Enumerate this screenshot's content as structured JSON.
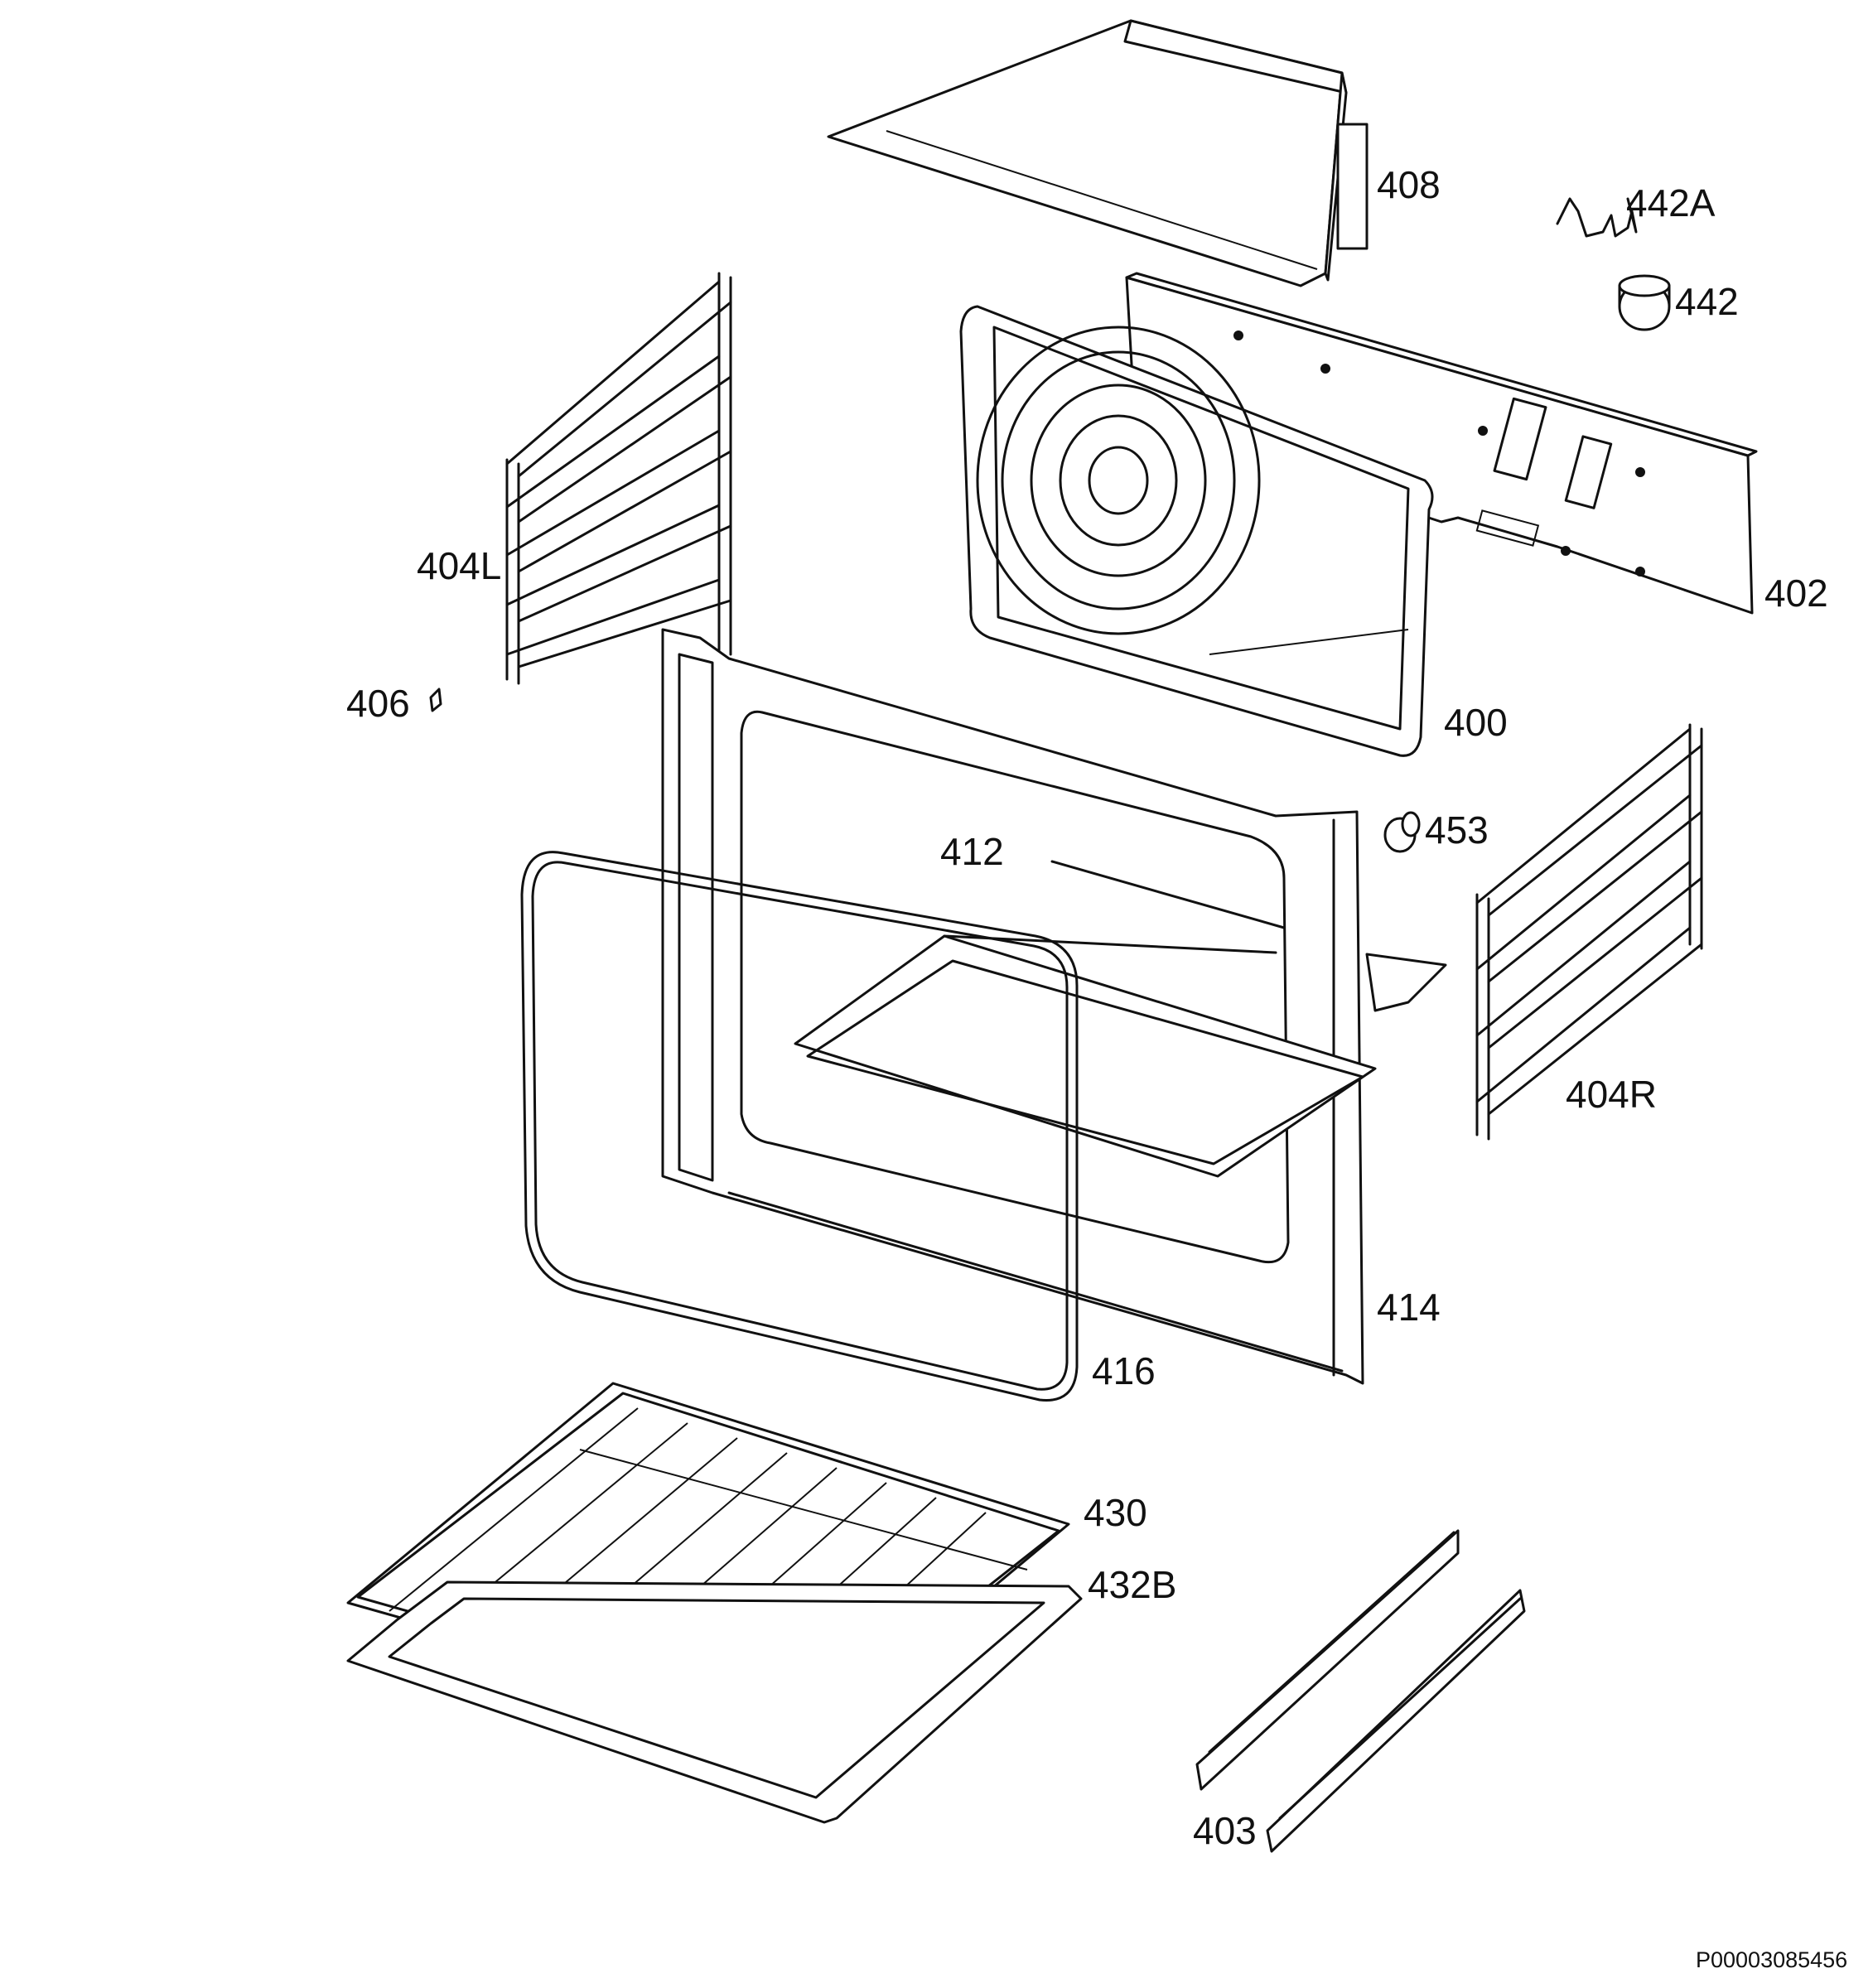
{
  "parts": [
    {
      "id": "p408",
      "label": "408"
    },
    {
      "id": "p442a",
      "label": "442A"
    },
    {
      "id": "p442",
      "label": "442"
    },
    {
      "id": "p402",
      "label": "402"
    },
    {
      "id": "p404l",
      "label": "404L"
    },
    {
      "id": "p406",
      "label": "406"
    },
    {
      "id": "p400",
      "label": "400"
    },
    {
      "id": "p453",
      "label": "453"
    },
    {
      "id": "p412",
      "label": "412"
    },
    {
      "id": "p404r",
      "label": "404R"
    },
    {
      "id": "p414",
      "label": "414"
    },
    {
      "id": "p416",
      "label": "416"
    },
    {
      "id": "p430",
      "label": "430"
    },
    {
      "id": "p432b",
      "label": "432B"
    },
    {
      "id": "p403",
      "label": "403"
    }
  ],
  "document_number": "P00003085456"
}
